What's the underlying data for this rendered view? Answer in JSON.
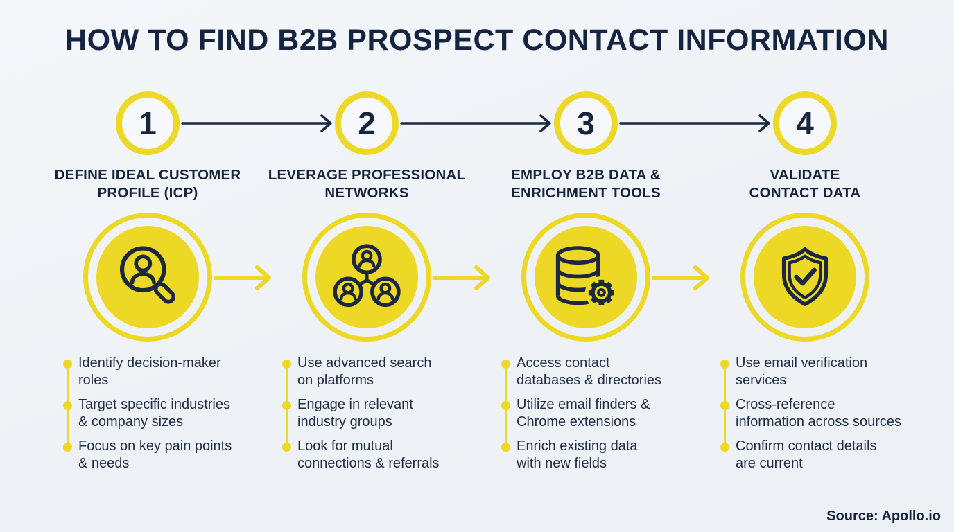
{
  "title": "HOW TO FIND B2B PROSPECT CONTACT INFORMATION",
  "source": "Source: Apollo.io",
  "colors": {
    "background": "#F0F3F7",
    "accent_yellow": "#EDD826",
    "navy": "#1B2840",
    "body_text": "#202E47"
  },
  "steps": [
    {
      "number": "1",
      "heading": "DEFINE IDEAL CUSTOMER\nPROFILE (ICP)",
      "icon": "person-search-icon",
      "bullets": [
        "Identify decision-maker\nroles",
        "Target specific industries\n& company sizes",
        "Focus on key pain points\n& needs"
      ]
    },
    {
      "number": "2",
      "heading": "LEVERAGE PROFESSIONAL\nNETWORKS",
      "icon": "people-network-icon",
      "bullets": [
        "Use advanced search\non platforms",
        "Engage in relevant\nindustry groups",
        "Look for mutual\nconnections & referrals"
      ]
    },
    {
      "number": "3",
      "heading": "EMPLOY B2B DATA &\nENRICHMENT TOOLS",
      "icon": "database-gear-icon",
      "bullets": [
        "Access contact\ndatabases & directories",
        "Utilize email finders &\nChrome extensions",
        "Enrich existing data\nwith new fields"
      ]
    },
    {
      "number": "4",
      "heading": "VALIDATE\nCONTACT DATA",
      "icon": "shield-check-icon",
      "bullets": [
        "Use email verification\nservices",
        "Cross-reference\ninformation across sources",
        "Confirm contact details\nare current"
      ]
    }
  ]
}
